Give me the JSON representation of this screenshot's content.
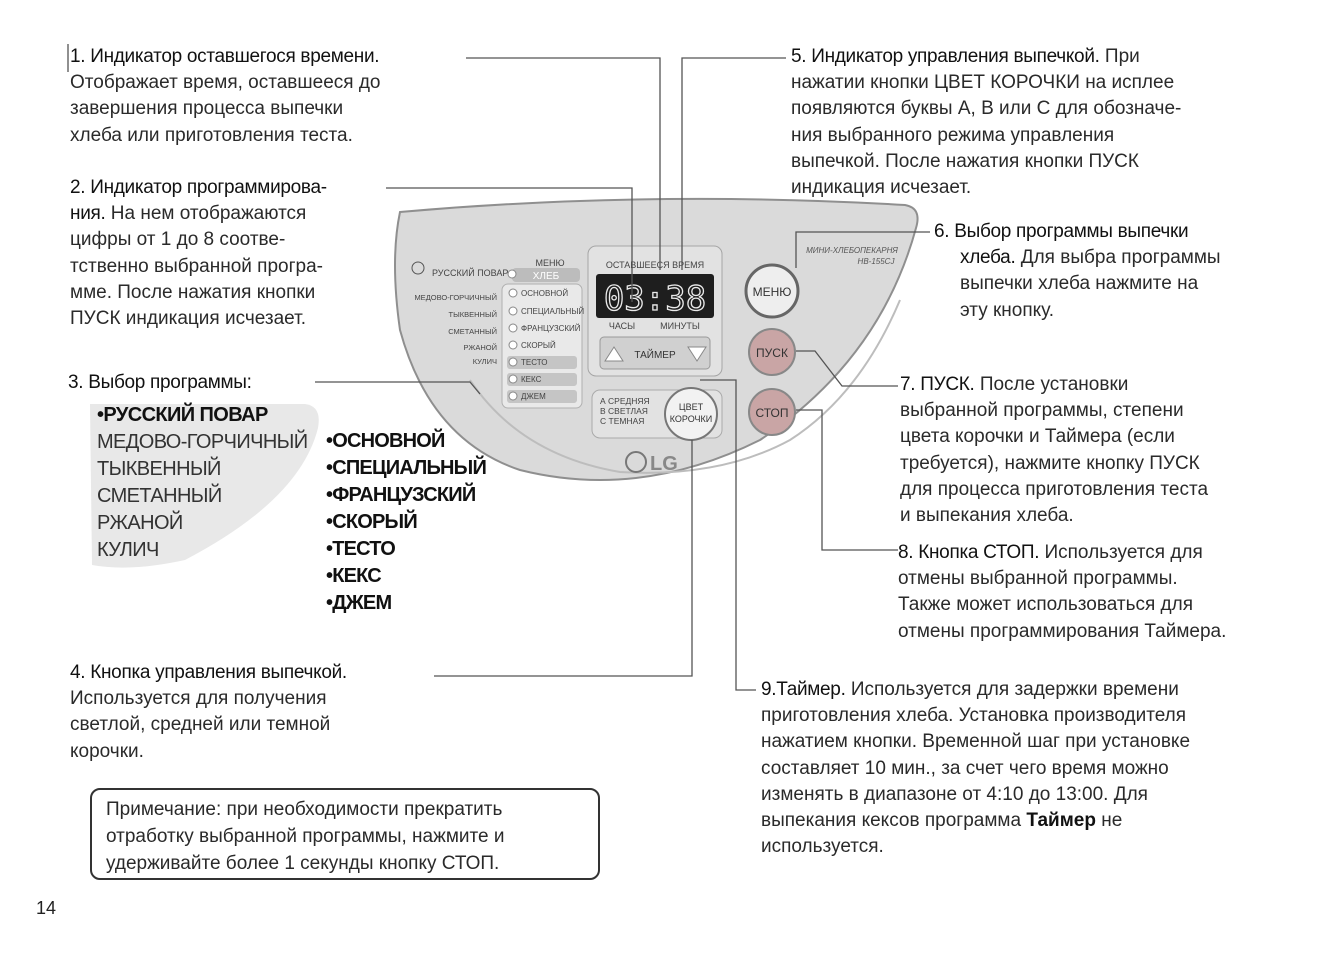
{
  "sections": {
    "s1": {
      "title": "1. Индикатор оставшегося времени.",
      "lines": [
        "Отображает время, оставшееся до",
        "завершения процесса выпечки",
        "хлеба или приготовления теста."
      ]
    },
    "s2": {
      "title_line1": "2. Индикатор программирова-",
      "title_line2": "ния.",
      "lines": [
        "На нем отображаются",
        "цифры от 1 до 8 соотве-",
        "тственно выбранной програ-",
        "мме. После нажатия кнопки",
        "ПУСК индикация исчезает."
      ]
    },
    "s3": {
      "title": "3. Выбор программы:"
    },
    "s4": {
      "title": "4. Кнопка управления выпечкой.",
      "lines": [
        "Используется для получения",
        "светлой, средней или темной",
        "корочки."
      ]
    },
    "s5": {
      "title": "5. Индикатор управления выпечкой.",
      "title_tail": "При",
      "lines": [
        "нажатии кнопки ЦВЕТ КОРОЧКИ на исплее",
        "появляются буквы А, В или С для обозначе-",
        "ния выбранного режима управления",
        "выпечкой. После нажатия кнопки ПУСК",
        "индикация исчезает."
      ]
    },
    "s6": {
      "title_line1": "6. Выбор программы выпечки",
      "title_line2": "хлеба.",
      "lines": [
        "Для выбра программы",
        "выпечки хлеба нажмите на",
        "эту кнопку."
      ]
    },
    "s7": {
      "title": "7. ПУСК.",
      "lines": [
        "После установки",
        "выбранной программы, степени",
        "цвета корочки и Таймера (если",
        "требуется), нажмите кнопку ПУСК",
        "для процесса приготовления теста",
        "и выпекания хлеба."
      ]
    },
    "s8": {
      "title": "8. Кнопка СТОП.",
      "lines": [
        "Используется для",
        "отмены выбранной программы.",
        "Также может использоваться для",
        "отмены программирования Таймера."
      ]
    },
    "s9": {
      "title": "9.Таймер.",
      "lines": [
        "Используется для задержки времени",
        "приготовления хлеба. Установка производителя",
        "нажатием кнопки. Временной шаг при установке",
        "составляет 10 мин., за счет чего время можно",
        "изменять в диапазоне от 4:10 до 13:00. Для",
        "выпекания кексов программа"
      ],
      "bold_word": "Таймер",
      "tail": "не",
      "last_line": "используется."
    }
  },
  "programs_left": [
    "•РУССКИЙ ПОВАР",
    "МЕДОВО-ГОРЧИЧНЫЙ",
    "ТЫКВЕННЫЙ",
    "СМЕТАННЫЙ",
    "РЖАНОЙ",
    "КУЛИЧ"
  ],
  "programs_right": [
    "•ОСНОВНОЙ",
    "•СПЕЦИАЛЬНЫЙ",
    "•ФРАНЦУЗСКИЙ",
    "•СКОРЫЙ",
    "•ТЕСТО",
    "•КЕКС",
    "•ДЖЕМ"
  ],
  "note": [
    "Примечание: при необходимости прекратить",
    "отработку выбранной программы, нажмите и",
    "удерживайте более 1 секунды кнопку СТОП."
  ],
  "page_number": "14",
  "panel": {
    "brand": "LG",
    "model_line1": "МИНИ-ХЛЕБОПЕКАРНЯ",
    "model_line2": "HB-155CJ",
    "display_label_top": "ОСТАВШЕЕСЯ ВРЕМЯ",
    "display_time": "03:38",
    "display_label_hours": "ЧАСЫ",
    "display_label_minutes": "МИНУТЫ",
    "timer_label": "ТАЙМЕР",
    "menu_label": "МЕНЮ",
    "bread_label": "ХЛЕБ",
    "russian_chef": "РУССКИЙ ПОВАР",
    "small_left": [
      "МЕДОВО-ГОРЧИЧНЫЙ",
      "ТЫКВЕННЫЙ",
      "СМЕТАННЫЙ",
      "РЖАНОЙ",
      "КУЛИЧ"
    ],
    "small_right": [
      "ОСНОВНОЙ",
      "СПЕЦИАЛЬНЫЙ",
      "ФРАНЦУЗСКИЙ",
      "СКОРЫЙ",
      "ТЕСТО",
      "КЕКС",
      "ДЖЕМ"
    ],
    "crust_modes": [
      "А СРЕДНЯЯ",
      "В СВЕТЛАЯ",
      "С ТЕМНАЯ"
    ],
    "crust_button": [
      "ЦВЕТ",
      "КОРОЧКИ"
    ],
    "btn_menu": "МЕНЮ",
    "btn_start": "ПУСК",
    "btn_stop": "СТОП"
  },
  "colors": {
    "panel_fill": "#d9d9d9",
    "panel_stroke": "#9a9a9a",
    "display_bg": "#1e1e1e",
    "button_red": "#c9a5a5",
    "list_shade": "#e6e6e6"
  }
}
